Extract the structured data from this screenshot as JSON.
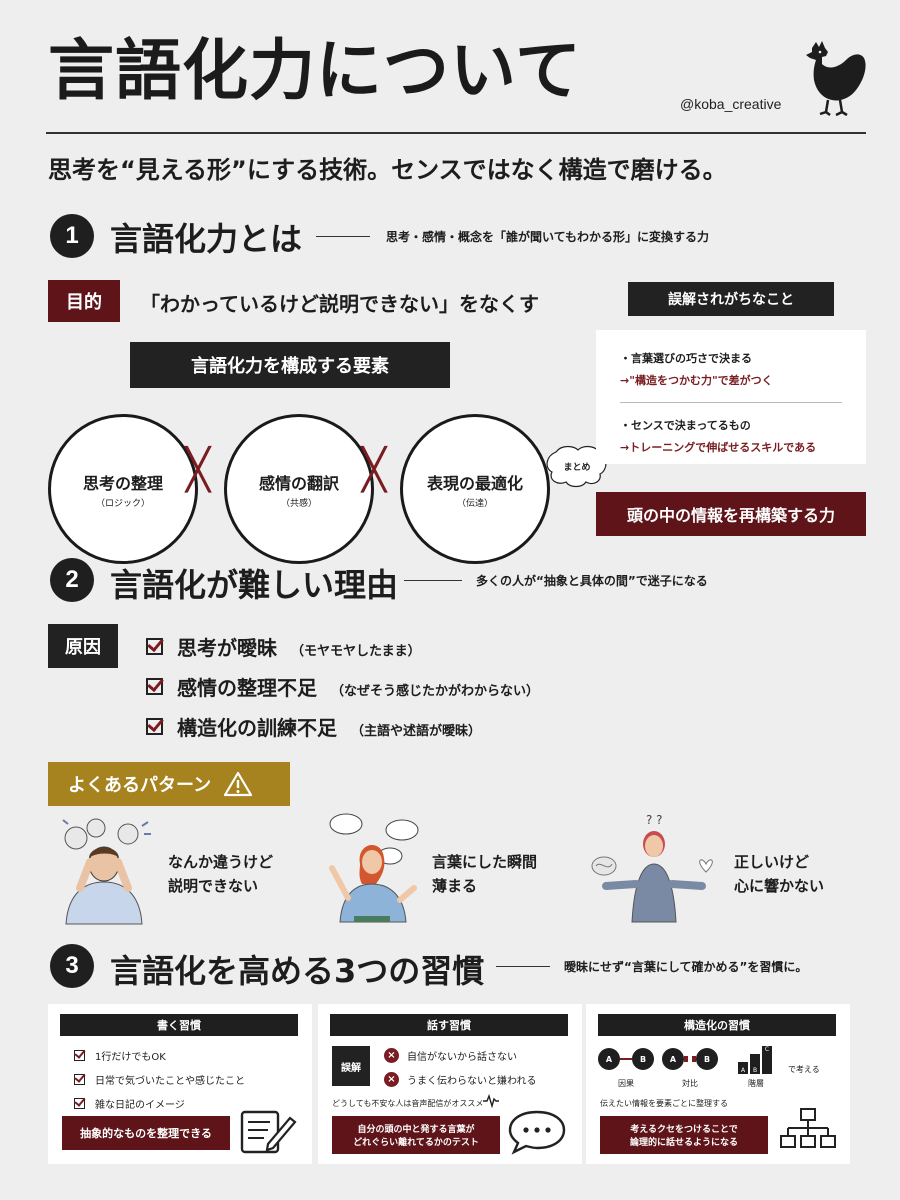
{
  "header": {
    "title": "言語化力について",
    "handle": "@koba_creative",
    "subtitle": "思考を“見える形”にする技術。センスではなく構造で磨ける。"
  },
  "section1": {
    "number": "1",
    "title": "言語化力とは",
    "note": "思考・感情・概念を「誰が聞いてもわかる形」に変換する力",
    "purpose_label": "目的",
    "purpose_text": "「わかっているけど説明できない」をなくす",
    "elements_label": "言語化力を構成する要素",
    "circles": [
      {
        "main": "思考の整理",
        "sub": "（ロジック）"
      },
      {
        "main": "感情の翻訳",
        "sub": "（共感）"
      },
      {
        "main": "表現の最適化",
        "sub": "（伝達）"
      }
    ],
    "cross": "╳",
    "summary_bubble": "まとめ",
    "misunderstand_label": "誤解されがちなこと",
    "misunderstand": [
      {
        "line": "・言葉選びの巧さで決まる",
        "correction": "→\"構造をつかむ力\"で差がつく"
      },
      {
        "line": "・センスで決まってるもの",
        "correction": "→トレーニングで伸ばせるスキルである"
      }
    ],
    "summary": "頭の中の情報を再構築する力"
  },
  "section2": {
    "number": "2",
    "title": "言語化が難しい理由",
    "note": "多くの人が“抽象と具体の間”で迷子になる",
    "cause_label": "原因",
    "causes": [
      {
        "main": "思考が曖昧",
        "sub": "（モヤモヤしたまま）"
      },
      {
        "main": "感情の整理不足",
        "sub": "（なぜそう感じたかがわからない）"
      },
      {
        "main": "構造化の訓練不足",
        "sub": "（主語や述語が曖昧）"
      }
    ],
    "pattern_label": "よくあるパターン",
    "patterns": [
      {
        "line1": "なんか違うけど",
        "line2": "説明できない"
      },
      {
        "line1": "言葉にした瞬間",
        "line2": "薄まる"
      },
      {
        "line1": "正しいけど",
        "line2": "心に響かない"
      }
    ]
  },
  "section3": {
    "number": "3",
    "title": "言語化を高める3つの習慣",
    "note": "曖昧にせず“言葉にして確かめる”を習慣に。",
    "cards": [
      {
        "head": "書く習慣",
        "items": [
          "1行だけでもOK",
          "日常で気づいたことや感じたこと",
          "雑な日記のイメージ"
        ],
        "bar": "抽象的なものを整理できる"
      },
      {
        "head": "話す習慣",
        "label": "誤解",
        "items": [
          "自信がないから話さない",
          "うまく伝わらないと嫌われる"
        ],
        "note": "どうしても不安な人は音声配信がオススメ",
        "bar_line1": "自分の頭の中と発する言葉が",
        "bar_line2": "どれぐらい離れてるかのテスト"
      },
      {
        "head": "構造化の習慣",
        "a": "A",
        "b": "B",
        "c": "C",
        "diagrams": [
          "因果",
          "対比",
          "階層"
        ],
        "suffix": "で考える",
        "note": "伝えたい情報を要素ごとに整理する",
        "bar_line1": "考えるクセをつけることで",
        "bar_line2": "論理的に話せるようになる"
      }
    ]
  }
}
